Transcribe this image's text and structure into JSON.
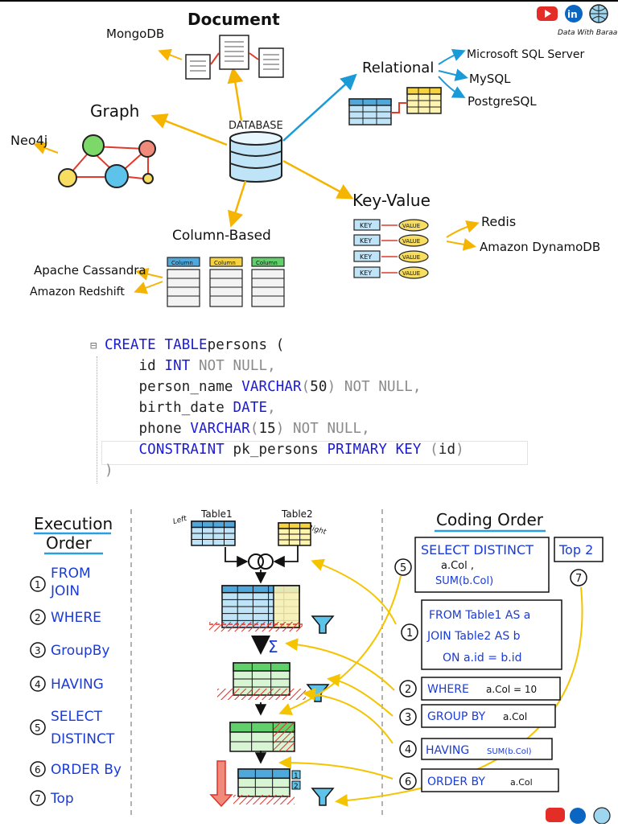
{
  "brand": {
    "line": "Data With Baraa",
    "icons": [
      "youtube-icon",
      "linkedin-icon",
      "globe-icon"
    ]
  },
  "db_map": {
    "center": "DATABASE",
    "document": {
      "title": "Document",
      "example": "MongoDB"
    },
    "graph": {
      "title": "Graph",
      "example": "Neo4j"
    },
    "relational": {
      "title": "Relational",
      "examples": [
        "Microsoft SQL Server",
        "MySQL",
        "PostgreSQL"
      ]
    },
    "keyvalue": {
      "title": "Key-Value",
      "examples": [
        "Redis",
        "Amazon DynamoDB"
      ],
      "key": "KEY",
      "value": "VALUE"
    },
    "column": {
      "title": "Column-Based",
      "examples": [
        "Apache Cassandra",
        "Amazon Redshift"
      ],
      "col": "Column"
    }
  },
  "sql": {
    "lines": [
      {
        "parts": [
          [
            "kw",
            "CREATE TABLE"
          ],
          [
            "",
            "persons ("
          ]
        ]
      },
      {
        "parts": [
          [
            "",
            "    id "
          ],
          [
            "kw",
            "INT"
          ],
          [
            "gray",
            " NOT NULL,"
          ]
        ]
      },
      {
        "parts": [
          [
            "",
            "    person_name "
          ],
          [
            "kw",
            "VARCHAR"
          ],
          [
            "gray",
            "("
          ],
          [
            "",
            "50"
          ],
          [
            "gray",
            ") NOT NULL,"
          ]
        ]
      },
      {
        "parts": [
          [
            "",
            "    birth_date "
          ],
          [
            "kw",
            "DATE"
          ],
          [
            "gray",
            ","
          ]
        ]
      },
      {
        "parts": [
          [
            "",
            "    phone "
          ],
          [
            "kw",
            "VARCHAR"
          ],
          [
            "gray",
            "("
          ],
          [
            "",
            "15"
          ],
          [
            "gray",
            ") NOT NULL,"
          ]
        ]
      },
      {
        "parts": [
          [
            "",
            "    "
          ],
          [
            "kw",
            "CONSTRAINT"
          ],
          [
            "",
            " pk_persons "
          ],
          [
            "kw",
            "PRIMARY KEY"
          ],
          [
            "gray",
            " ("
          ],
          [
            "",
            "id"
          ],
          [
            "gray",
            ")"
          ]
        ]
      },
      {
        "parts": [
          [
            "gray",
            ")"
          ]
        ]
      }
    ],
    "collapse": "⊟"
  },
  "exec": {
    "title_a": "Execution",
    "title_b": "Order",
    "steps": [
      {
        "n": "1",
        "label": "FROM",
        "label2": "JOIN"
      },
      {
        "n": "2",
        "label": "WHERE"
      },
      {
        "n": "3",
        "label": "GroupBy"
      },
      {
        "n": "4",
        "label": "HAVING"
      },
      {
        "n": "5",
        "label": "SELECT",
        "label2": "DISTINCT"
      },
      {
        "n": "6",
        "label": "ORDER By"
      },
      {
        "n": "7",
        "label": "Top"
      }
    ]
  },
  "middle": {
    "left": "Left",
    "table1": "Table1",
    "table2": "Table2",
    "right": "Right",
    "sigma": "Σ",
    "rank1": "1",
    "rank2": "2"
  },
  "coding": {
    "title": "Coding Order",
    "select": [
      "SELECT DISTINCT",
      "a.Col ,",
      "SUM(b.Col)"
    ],
    "top": "Top 2",
    "from": [
      "FROM Table1 AS a",
      "JOIN Table2 AS b",
      "ON a.id = b.id"
    ],
    "where": "WHERE",
    "where_v": "a.Col = 10",
    "group": "GROUP BY",
    "group_v": "a.Col",
    "having": "HAVING",
    "having_v": "SUM(b.Col)",
    "order": "ORDER BY",
    "order_v": "a.Col",
    "nums": {
      "select": "5",
      "top": "7",
      "from": "1",
      "where": "2",
      "group": "3",
      "having": "4",
      "order": "6"
    }
  }
}
